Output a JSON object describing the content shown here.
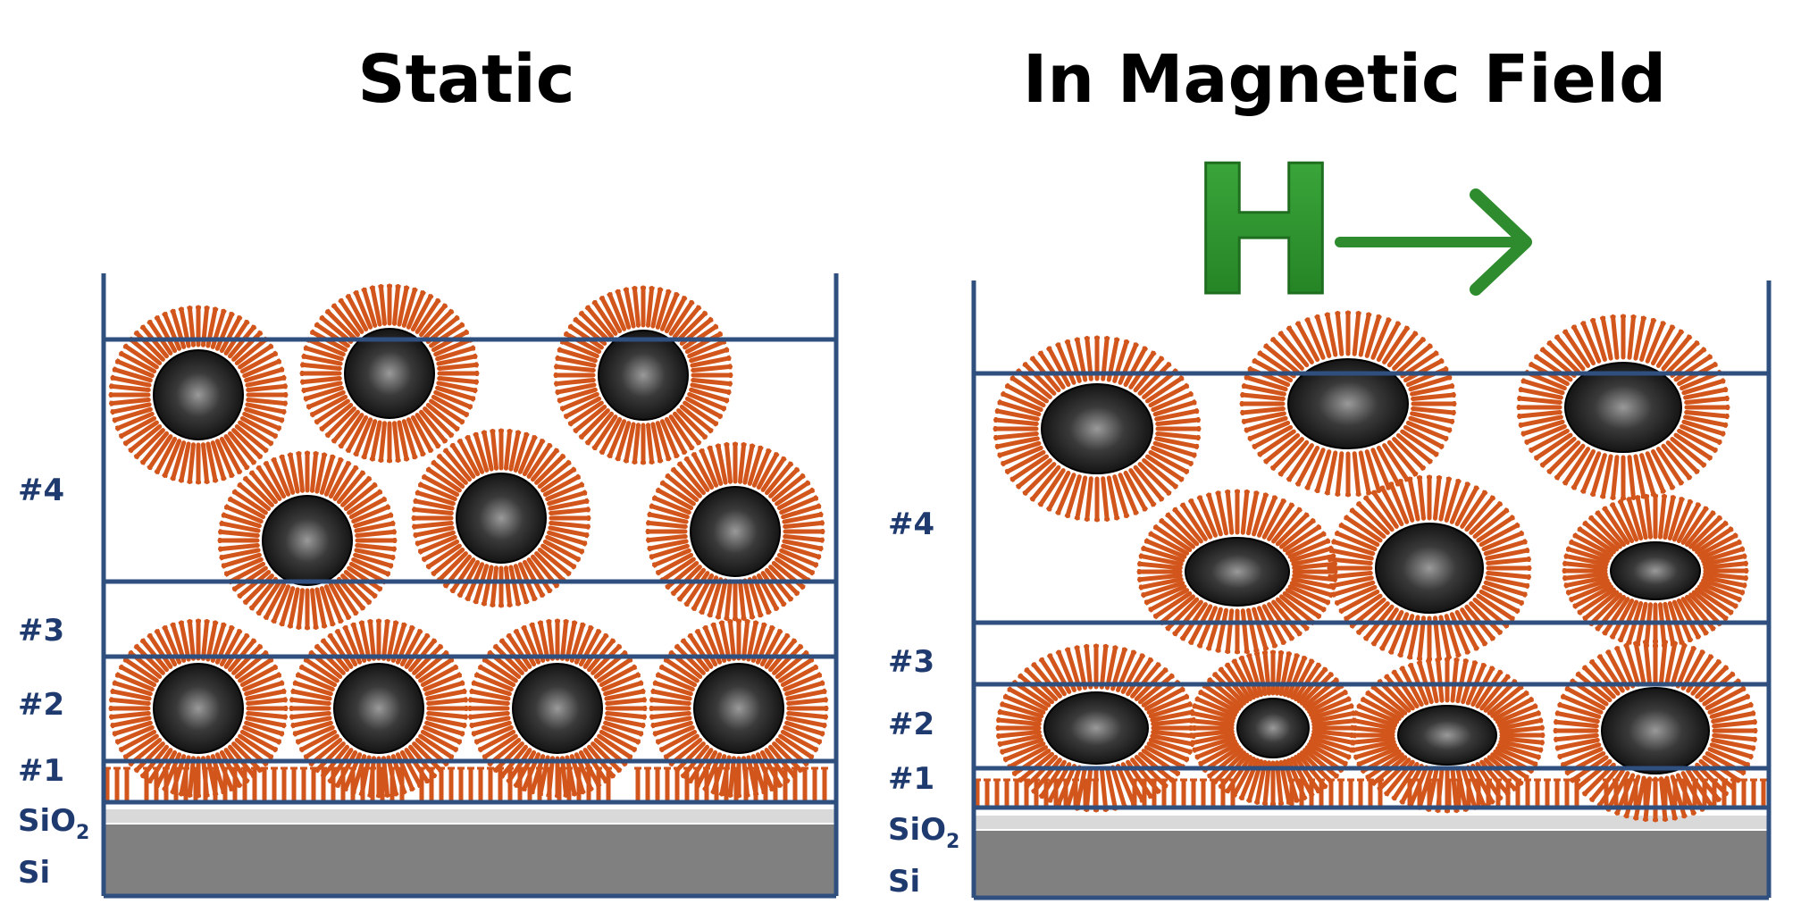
{
  "panels": [
    {
      "title": "Static",
      "layer_labels": [
        "#4",
        "#3",
        "#2",
        "#1",
        "SiO",
        "Si"
      ],
      "sio2_subscript": "2"
    },
    {
      "title": "In Magnetic Field",
      "field_symbol": "H",
      "field_arrow": "→",
      "layer_labels": [
        "#4",
        "#3",
        "#2",
        "#1",
        "SiO",
        "Si"
      ],
      "sio2_subscript": "2"
    }
  ],
  "colors": {
    "frame": "#2f4f7f",
    "label": "#1f3a6e",
    "ligand": "#d2561c",
    "core_dark": "#0d0d0d",
    "core_light": "#9a9a9a",
    "silicon": "#808080",
    "sio2": "#d9d9d9",
    "field": "#2e8b2e"
  },
  "icons": {
    "nanoparticle": "ligand-capped-nanoparticle-icon",
    "field_arrow": "right-arrow-icon"
  }
}
